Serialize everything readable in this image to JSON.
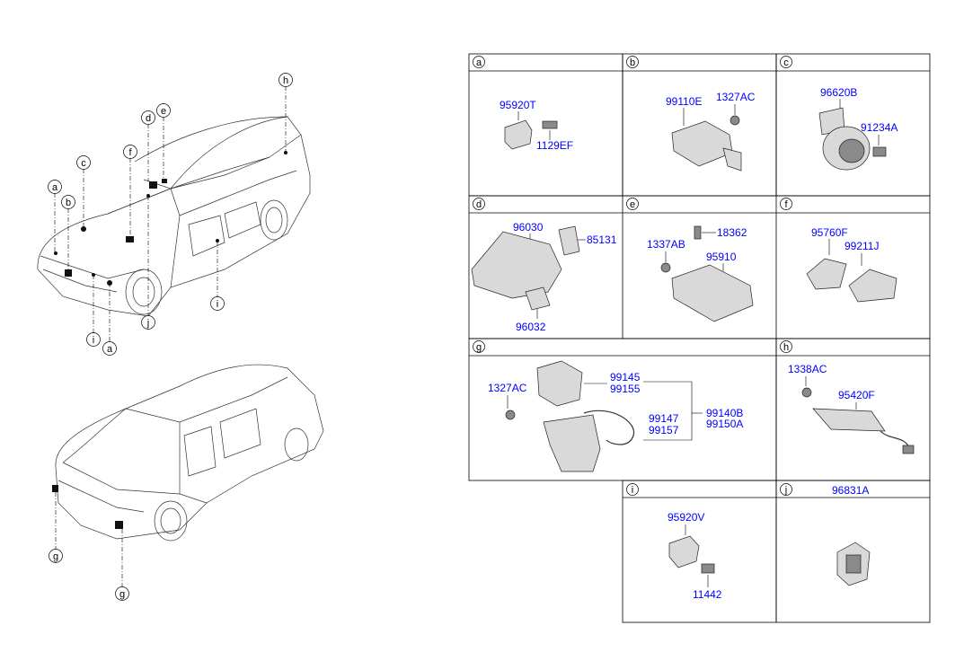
{
  "car_callouts": [
    "a",
    "b",
    "c",
    "d",
    "e",
    "f",
    "h",
    "i",
    "a",
    "j",
    "i",
    "g",
    "g"
  ],
  "cells": {
    "a": {
      "label": "a",
      "parts": [
        "95920T",
        "1129EF"
      ]
    },
    "b": {
      "label": "b",
      "parts": [
        "99110E",
        "1327AC"
      ]
    },
    "c": {
      "label": "c",
      "parts": [
        "96620B",
        "91234A"
      ]
    },
    "d": {
      "label": "d",
      "parts": [
        "96030",
        "85131",
        "96032"
      ]
    },
    "e": {
      "label": "e",
      "parts": [
        "18362",
        "1337AB",
        "95910"
      ]
    },
    "f": {
      "label": "f",
      "parts": [
        "95760F",
        "99211J"
      ]
    },
    "g": {
      "label": "g",
      "parts": [
        "99145",
        "99155",
        "1327AC",
        "99140B",
        "99150A",
        "99147",
        "99157"
      ]
    },
    "h": {
      "label": "h",
      "parts": [
        "1338AC",
        "95420F"
      ]
    },
    "i": {
      "label": "i",
      "parts": [
        "95920V",
        "11442"
      ]
    },
    "j": {
      "label": "j",
      "parts": [
        "96831A"
      ]
    }
  },
  "colors": {
    "part_number": "#0000ff",
    "line": "#000000",
    "part_fill": "#d9d9d9"
  }
}
